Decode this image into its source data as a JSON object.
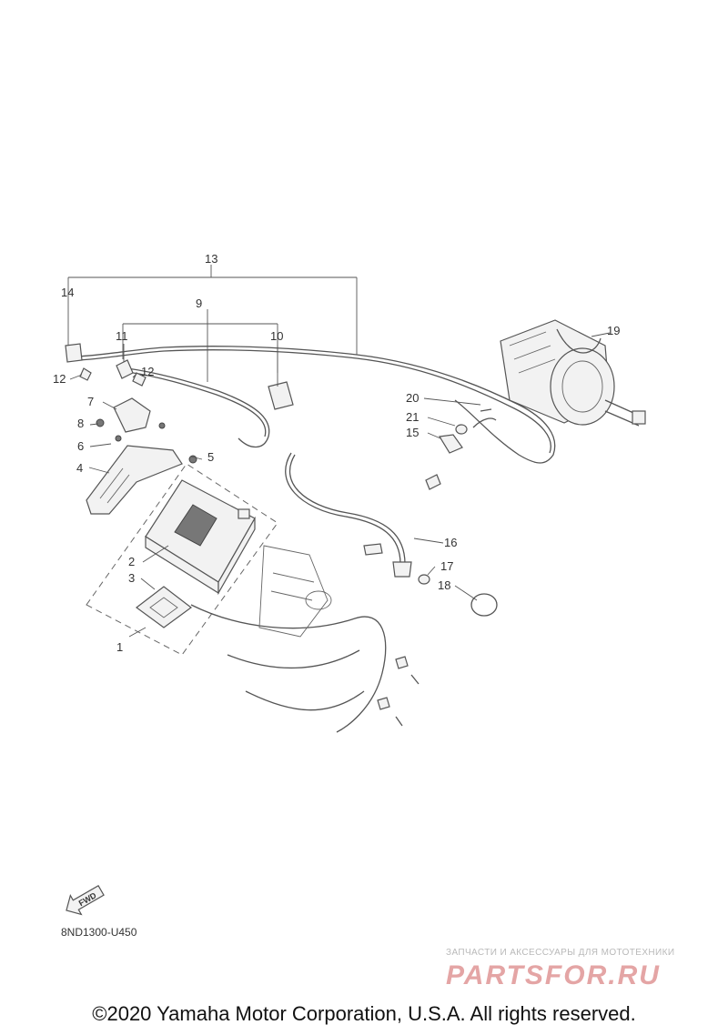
{
  "callouts": [
    "1",
    "2",
    "3",
    "4",
    "5",
    "6",
    "7",
    "8",
    "9",
    "10",
    "11",
    "12",
    "13",
    "14",
    "15",
    "16",
    "17",
    "18",
    "19",
    "20",
    "21"
  ],
  "repeat_label": "12",
  "fwd_label": "FWD",
  "diagram_code": "8ND1300-U450",
  "watermark": {
    "tagline": "ЗАПЧАСТИ И АКСЕССУАРЫ ДЛЯ МОТОТЕХНИКИ",
    "brand": "PARTSFOR.RU"
  },
  "copyright": "©2020 Yamaha Motor Corporation, U.S.A. All rights reserved."
}
